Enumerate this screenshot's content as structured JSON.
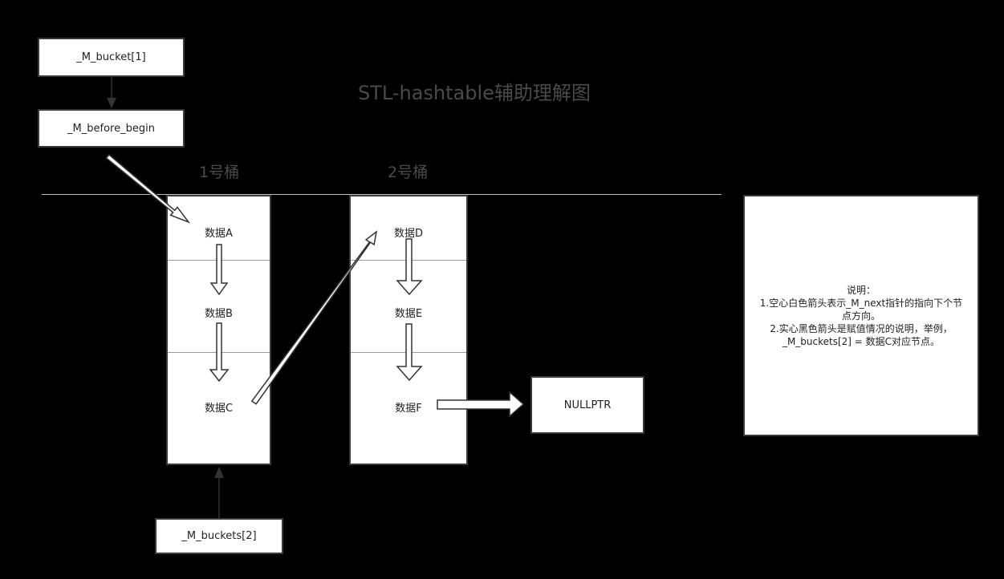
{
  "title": "STL-hashtable辅助理解图",
  "top_pointer": {
    "label": "_M_bucket[1]"
  },
  "before_begin": {
    "label": "_M_before_begin"
  },
  "bucket1": {
    "label": "1号桶",
    "nodes": [
      "数据A",
      "数据B",
      "数据C"
    ]
  },
  "bucket2": {
    "label": "2号桶",
    "nodes": [
      "数据D",
      "数据E",
      "数据F"
    ]
  },
  "nullptr": {
    "label": "NULLPTR"
  },
  "buckets2_pointer": {
    "label": "_M_buckets[2]"
  },
  "note": {
    "lines": [
      "说明：",
      "1.空心白色箭头表示_M_next指针的指向下个节",
      "点方向。",
      "2.实心黑色箭头是赋值情况的说明，举例，",
      "_M_buckets[2] = 数据C对应节点。"
    ]
  },
  "colors": {
    "background": "#000000",
    "box_fill": "#ffffff",
    "border": "#3a3a3a",
    "title_text": "#4a4a4a"
  }
}
